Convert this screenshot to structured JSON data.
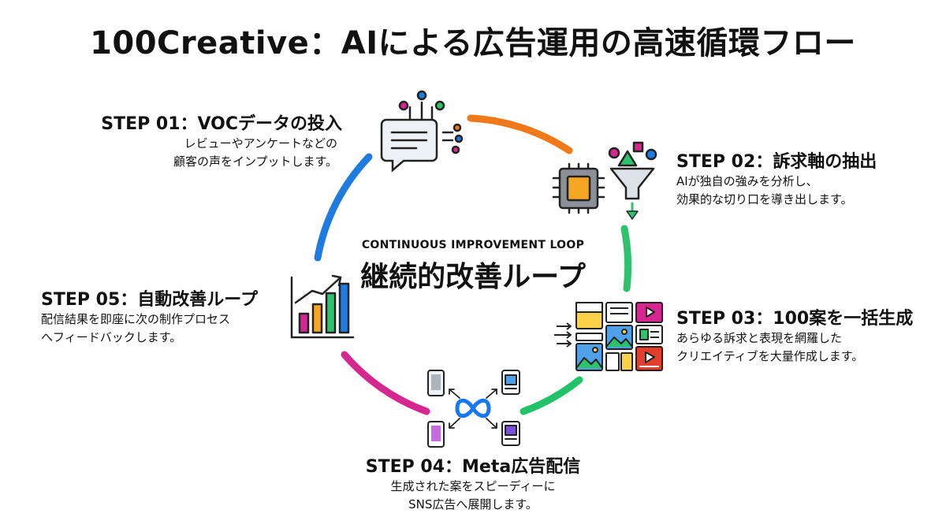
{
  "title": "100Creative：AIによる広告運用の高速循環フロー",
  "center": {
    "subtitle": "CONTINUOUS IMPROVEMENT LOOP",
    "title": "継続的改善ループ"
  },
  "steps": [
    {
      "title": "STEP 01：VOCデータの投入",
      "lines": [
        "レビューやアンケートなどの",
        "顧客の声をインプットします。"
      ],
      "icon": "chat-bubble-data-icon",
      "arc_color": "#F07A1A"
    },
    {
      "title": "STEP 02：訴求軸の抽出",
      "lines": [
        "AIが独自の強みを分析し、",
        "効果的な切り口を導き出します。"
      ],
      "icon": "ai-chip-funnel-icon",
      "arc_color": "#2DC26B"
    },
    {
      "title": "STEP 03：100案を一括生成",
      "lines": [
        "あらゆる訴求と表現を網羅した",
        "クリエイティブを大量作成します。"
      ],
      "icon": "creative-grid-icon",
      "arc_color": "#22C26A"
    },
    {
      "title": "STEP 04：Meta広告配信",
      "lines": [
        "生成された案をスピーディーに",
        "SNS広告へ展開します。"
      ],
      "icon": "meta-distribution-icon",
      "arc_color": "#D6268F"
    },
    {
      "title": "STEP 05：自動改善ループ",
      "lines": [
        "配信結果を即座に次の制作プロセス",
        "へフィードバックします。"
      ],
      "icon": "growth-chart-icon",
      "arc_color": "#1E7BE0"
    }
  ]
}
